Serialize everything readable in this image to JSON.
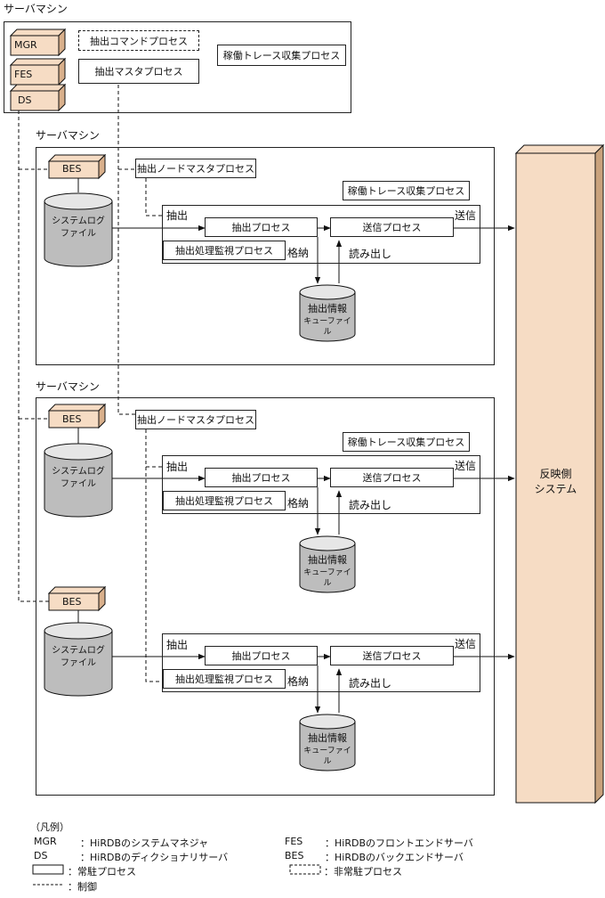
{
  "server_top": {
    "title": "サーバマシン",
    "units": [
      "MGR",
      "FES",
      "DS"
    ],
    "extract_command_process": "抽出コマンドプロセス",
    "extract_master_process": "抽出マスタプロセス",
    "trace_collect_process": "稼働トレース収集プロセス"
  },
  "server_1": {
    "title": "サーバマシン",
    "bes": "BES",
    "node_master_process": "抽出ノードマスタプロセス",
    "trace_collect_process": "稼働トレース収集プロセス",
    "syslog_file": [
      "システムログ",
      "ファイル"
    ],
    "extract_label": "抽出",
    "extract_process": "抽出プロセス",
    "send_process": "送信プロセス",
    "send_label": "送信",
    "monitor_process": "抽出処理監視プロセス",
    "store_label": "格納",
    "read_label": "読み出し",
    "queue_file": [
      "抽出情報",
      "キューファイル"
    ]
  },
  "server_2": {
    "title": "サーバマシン",
    "bes_a": "BES",
    "bes_b": "BES",
    "node_master_process": "抽出ノードマスタプロセス",
    "trace_collect_process": "稼働トレース収集プロセス",
    "syslog_file": [
      "システムログ",
      "ファイル"
    ],
    "extract_label": "抽出",
    "extract_process": "抽出プロセス",
    "send_process": "送信プロセス",
    "send_label": "送信",
    "monitor_process": "抽出処理監視プロセス",
    "store_label": "格納",
    "read_label": "読み出し",
    "queue_file": [
      "抽出情報",
      "キューファイル"
    ]
  },
  "target_system": [
    "反映側",
    "システム"
  ],
  "legend": {
    "title": "（凡例）",
    "items": [
      {
        "key": "MGR",
        "desc": "：HiRDBのシステムマネジャ"
      },
      {
        "key": "FES",
        "desc": "：HiRDBのフロントエンドサーバ"
      },
      {
        "key": "DS",
        "desc": "：HiRDBのディクショナリサーバ"
      },
      {
        "key": "BES",
        "desc": "：HiRDBのバックエンドサーバ"
      },
      {
        "key": "",
        "desc": "：常駐プロセス"
      },
      {
        "key": "",
        "desc": "：非常駐プロセス"
      },
      {
        "key": "",
        "desc": "：制御"
      }
    ]
  },
  "colors": {
    "unit_fill": "#f6dcc4",
    "unit_side": "#d9b08c",
    "target_fill": "#f6dcc4",
    "target_side": "#c9a27c",
    "cyl_fill": "#bdbdbd",
    "cyl_top": "#e6e6e6"
  }
}
